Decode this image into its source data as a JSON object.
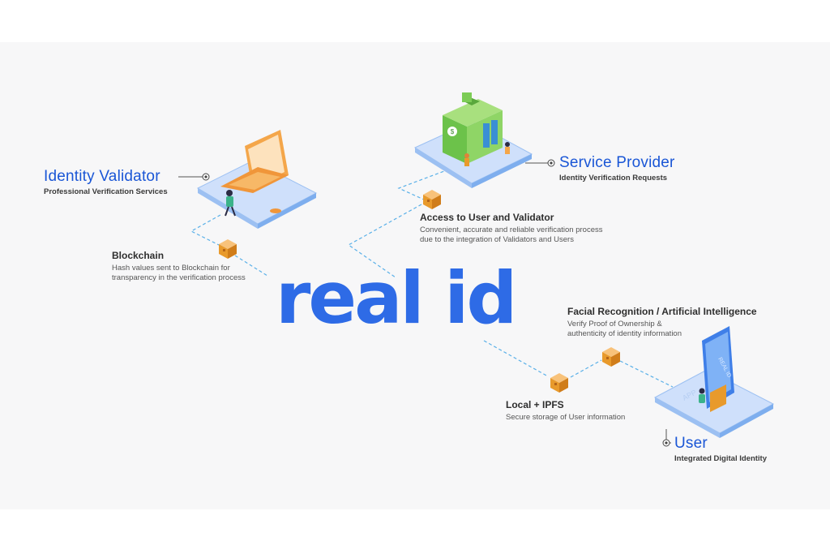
{
  "logo_text": "real id",
  "colors": {
    "brand_blue": "#2e6be6",
    "label_blue": "#1a56d6",
    "cube": "#e89a2c",
    "dash": "#5ab0e8"
  },
  "actors": {
    "identity_validator": {
      "title": "Identity Validator",
      "subtitle": "Professional Verification Services",
      "icon": "laptop-icon"
    },
    "service_provider": {
      "title": "Service Provider",
      "subtitle": "Identity Verification Requests",
      "icon": "building-icon"
    },
    "user": {
      "title": "User",
      "subtitle": "Integrated Digital Identity",
      "icon": "phone-icon",
      "phone_label": "REAL ID",
      "app_label": "APP"
    }
  },
  "nodes": {
    "blockchain": {
      "title": "Blockchain",
      "desc": [
        "Hash values sent to Blockchain for",
        "transparency in the verification process"
      ]
    },
    "access": {
      "title": "Access to User and Validator",
      "desc": [
        "Convenient, accurate and reliable verification process",
        "due to the integration of Validators and Users"
      ]
    },
    "facial": {
      "title": "Facial Recognition / Artificial Intelligence",
      "desc": [
        "Verify Proof of Ownership &",
        "authenticity of identity information"
      ]
    },
    "local": {
      "title": "Local + IPFS",
      "desc": [
        "Secure storage of User information"
      ]
    }
  }
}
